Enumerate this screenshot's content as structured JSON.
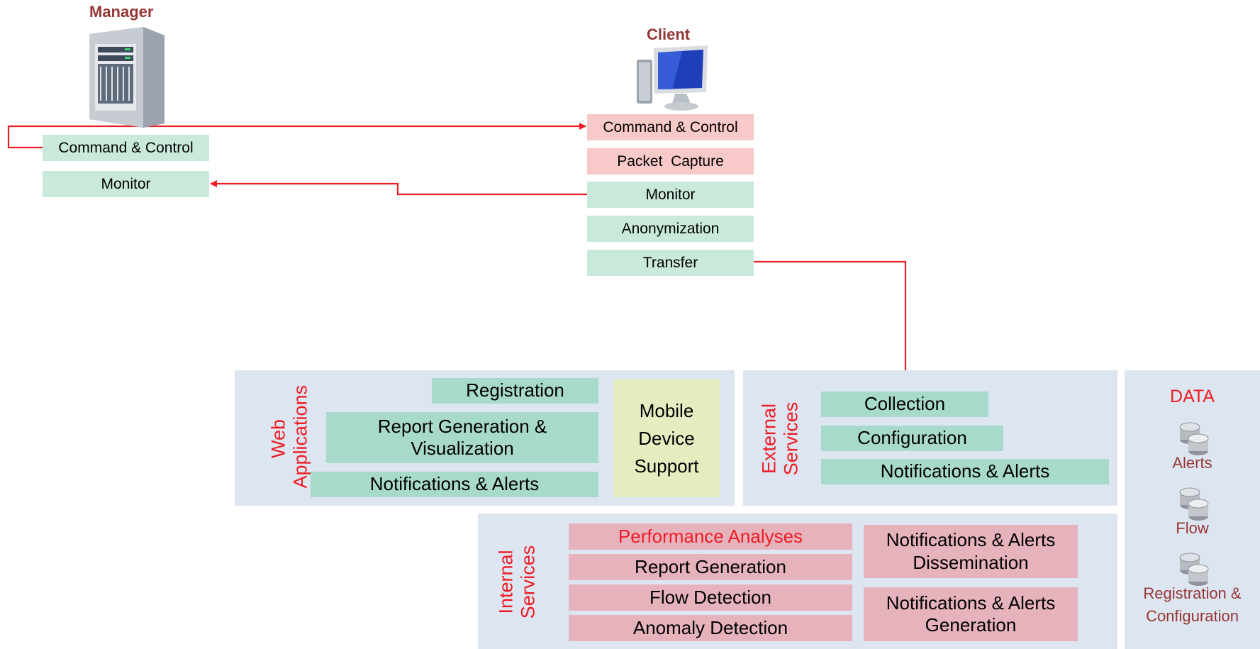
{
  "manager": {
    "title": "Manager",
    "items": [
      "Command & Control",
      "Monitor"
    ],
    "icon": "server-tower-icon"
  },
  "client": {
    "title": "Client",
    "items": [
      "Command & Control",
      "Packet  Capture",
      "Monitor",
      "Anonymization",
      "Transfer"
    ],
    "icon": "desktop-computer-icon"
  },
  "web_applications": {
    "label_line1": "Web",
    "label_line2": "Applications",
    "items": [
      "Registration",
      "Report Generation &",
      "Visualization",
      "Notifications & Alerts"
    ],
    "mobile_line1": "Mobile",
    "mobile_line2": "Device",
    "mobile_line3": "Support"
  },
  "external_services": {
    "label_line1": "External",
    "label_line2": "Services",
    "items": [
      "Collection",
      "Configuration",
      "Notifications & Alerts"
    ]
  },
  "internal_services": {
    "label_line1": "Internal",
    "label_line2": "Services",
    "items": [
      "Performance Analyses",
      "Report Generation",
      "Flow Detection",
      "Anomaly Detection"
    ],
    "notif_dissemination_line1": "Notifications & Alerts",
    "notif_dissemination_line2": "Dissemination",
    "notif_generation_line1": "Notifications & Alerts",
    "notif_generation_line2": "Generation"
  },
  "data": {
    "title": "DATA",
    "stores": [
      "Alerts",
      "Flow",
      "Registration &",
      "Configuration"
    ],
    "icon": "database-stack-icon"
  },
  "colors": {
    "arrow": "#ee1c24",
    "title": "#953735",
    "panel": "#dde5f0",
    "light_green": "#c9eadb",
    "pink": "#f8c9c9",
    "teal": "#a8dacb",
    "rose": "#e6b3bd",
    "yellow": "#e4ecc0",
    "red_text": "#ee1c24"
  }
}
